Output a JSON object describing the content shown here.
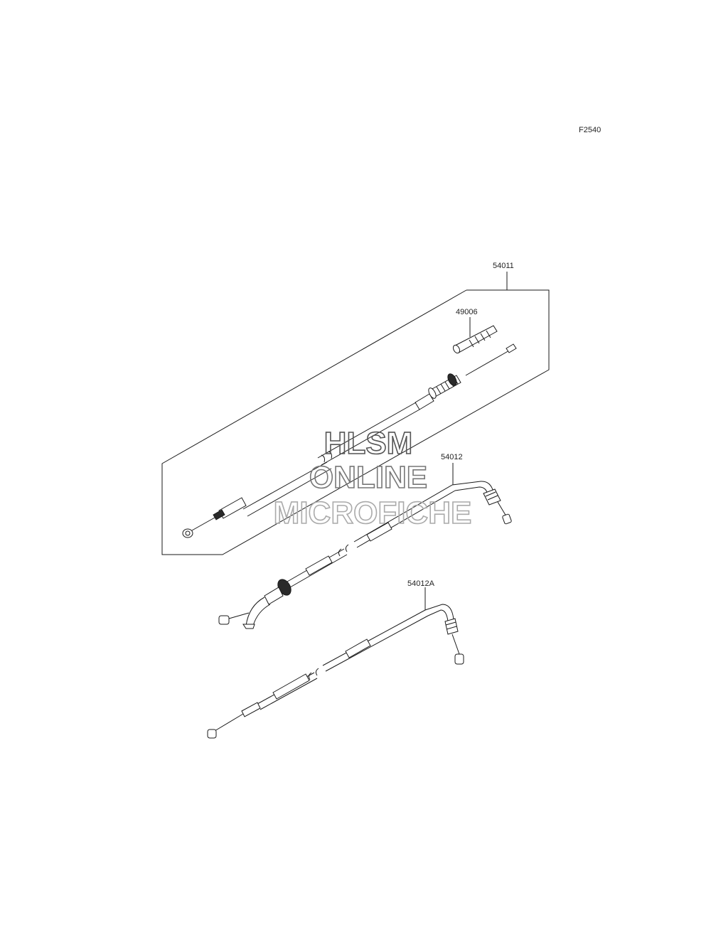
{
  "figure_code": "F2540",
  "parts": {
    "clutch_cable": "54011",
    "boot": "49006",
    "throttle_cable_open": "54012",
    "throttle_cable_close": "54012A"
  },
  "watermark": {
    "line1": "HLSM",
    "line2": "ONLINE",
    "line3": "MICROFICHE"
  }
}
